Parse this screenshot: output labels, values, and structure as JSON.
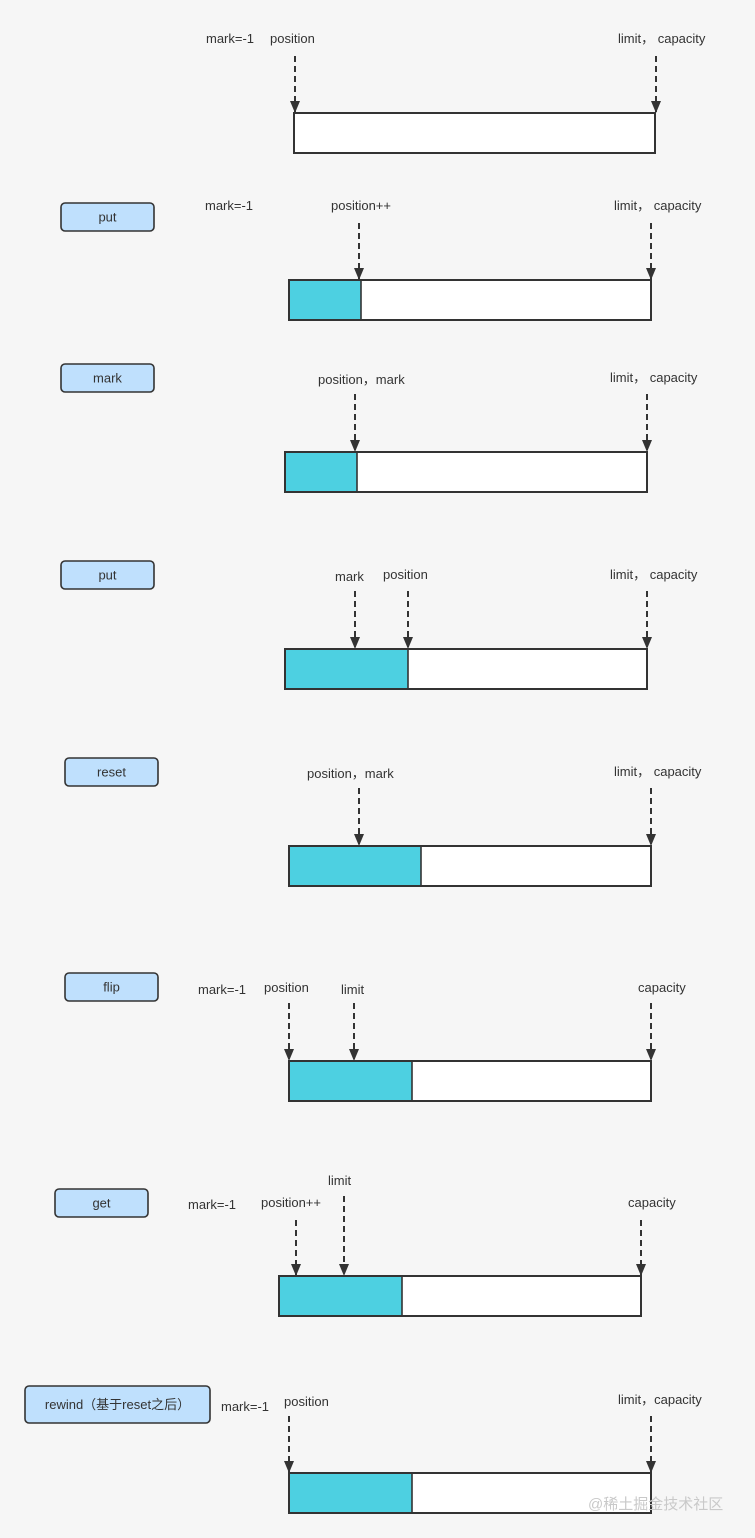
{
  "steps": [
    {
      "labels": [
        "mark=-1",
        "position",
        "limit， capacity"
      ]
    },
    {
      "operation": "put",
      "labels": [
        "mark=-1",
        "position++",
        "limit， capacity"
      ]
    },
    {
      "operation": "mark",
      "labels": [
        "position，mark",
        "limit， capacity"
      ]
    },
    {
      "operation": "put",
      "labels": [
        "mark",
        "position",
        "limit， capacity"
      ]
    },
    {
      "operation": "reset",
      "labels": [
        "position，mark",
        "limit， capacity"
      ]
    },
    {
      "operation": "flip",
      "labels": [
        "mark=-1",
        "position",
        "limit",
        "capacity"
      ]
    },
    {
      "operation": "get",
      "labels": [
        "mark=-1",
        "position++",
        "limit",
        "capacity"
      ]
    },
    {
      "operation": "rewind（基于reset之后）",
      "labels": [
        "mark=-1",
        "position",
        "limit，capacity"
      ]
    }
  ],
  "watermark": "@稀土掘金技术社区",
  "colors": {
    "written": "#4dd0e1",
    "button": "#bfe0fd",
    "ink": "#333333",
    "background": "#f6f6f6"
  }
}
